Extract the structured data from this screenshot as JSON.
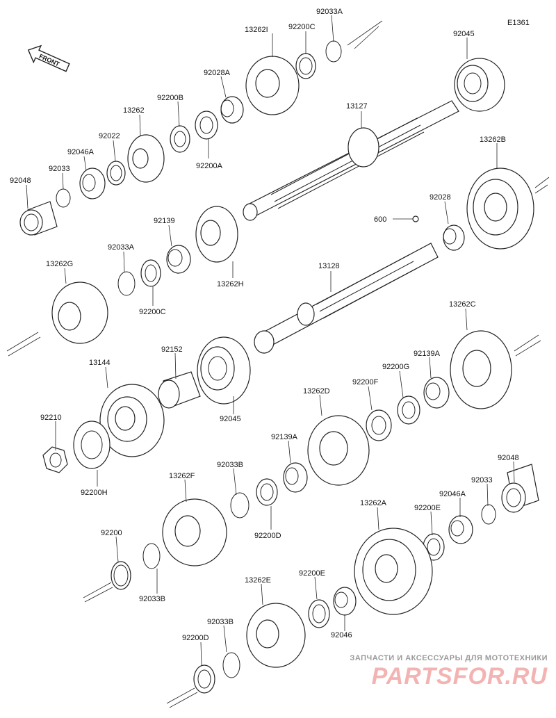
{
  "diagram_code": "E1361",
  "front_label": "FRONT",
  "parts": [
    {
      "id": "p1",
      "label": "92033A"
    },
    {
      "id": "p2",
      "label": "13262I"
    },
    {
      "id": "p3",
      "label": "92200C"
    },
    {
      "id": "p4",
      "label": "92045"
    },
    {
      "id": "p5",
      "label": "92028A"
    },
    {
      "id": "p6",
      "label": "92200B"
    },
    {
      "id": "p7",
      "label": "13262"
    },
    {
      "id": "p8",
      "label": "92022"
    },
    {
      "id": "p9",
      "label": "92046A"
    },
    {
      "id": "p10",
      "label": "92033"
    },
    {
      "id": "p11",
      "label": "92048"
    },
    {
      "id": "p12",
      "label": "92200A"
    },
    {
      "id": "p13",
      "label": "13127"
    },
    {
      "id": "p14",
      "label": "13262B"
    },
    {
      "id": "p15",
      "label": "92028"
    },
    {
      "id": "p16",
      "label": "600"
    },
    {
      "id": "p17",
      "label": "92139"
    },
    {
      "id": "p18",
      "label": "92033A"
    },
    {
      "id": "p19",
      "label": "13262G"
    },
    {
      "id": "p20",
      "label": "92200C"
    },
    {
      "id": "p21",
      "label": "13262H"
    },
    {
      "id": "p22",
      "label": "13128"
    },
    {
      "id": "p23",
      "label": "13262C"
    },
    {
      "id": "p24",
      "label": "92152"
    },
    {
      "id": "p25",
      "label": "13144"
    },
    {
      "id": "p26",
      "label": "92045"
    },
    {
      "id": "p27",
      "label": "92139A"
    },
    {
      "id": "p28",
      "label": "92200G"
    },
    {
      "id": "p29",
      "label": "92200F"
    },
    {
      "id": "p30",
      "label": "13262D"
    },
    {
      "id": "p31",
      "label": "92210"
    },
    {
      "id": "p32",
      "label": "92139A"
    },
    {
      "id": "p33",
      "label": "92200H"
    },
    {
      "id": "p34",
      "label": "92048"
    },
    {
      "id": "p35",
      "label": "92033B"
    },
    {
      "id": "p36",
      "label": "13262F"
    },
    {
      "id": "p37",
      "label": "92033"
    },
    {
      "id": "p38",
      "label": "92046A"
    },
    {
      "id": "p39",
      "label": "92200E"
    },
    {
      "id": "p40",
      "label": "13262A"
    },
    {
      "id": "p41",
      "label": "92200D"
    },
    {
      "id": "p42",
      "label": "92200"
    },
    {
      "id": "p43",
      "label": "92033B"
    },
    {
      "id": "p44",
      "label": "92200E"
    },
    {
      "id": "p45",
      "label": "13262E"
    },
    {
      "id": "p46",
      "label": "92046"
    },
    {
      "id": "p47",
      "label": "92033B"
    },
    {
      "id": "p48",
      "label": "92200D"
    }
  ],
  "watermark": {
    "line1": "ЗАПЧАСТИ И АКСЕССУАРЫ ДЛЯ МОТОТЕХНИКИ",
    "line2": "PARTSFOR.RU"
  }
}
